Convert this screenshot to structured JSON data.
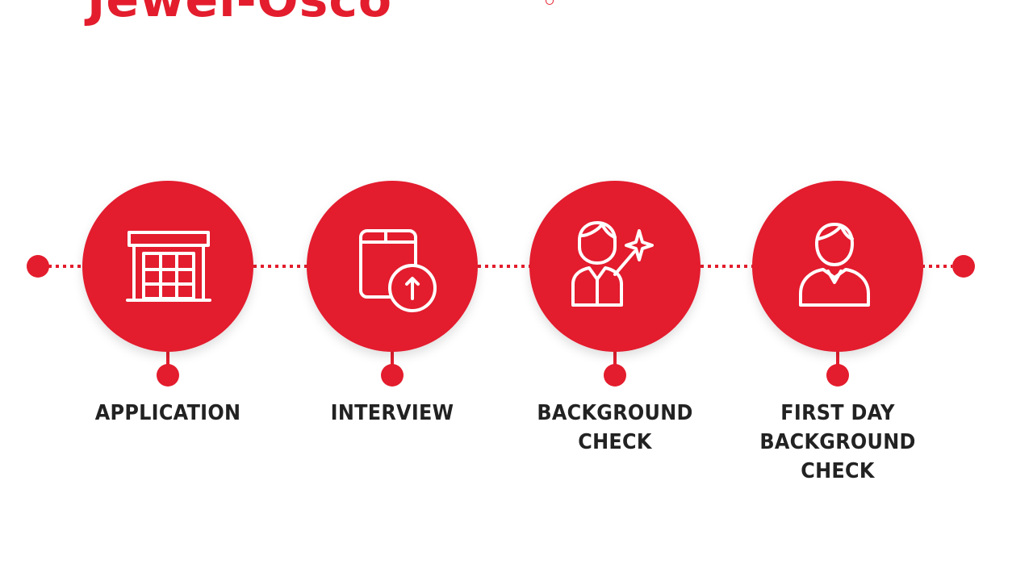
{
  "brand": {
    "logo_text": "Jewel-Osco",
    "accent_color": "#e31d2d"
  },
  "steps": [
    {
      "label": "APPLICATION",
      "icon": "storefront-icon"
    },
    {
      "label": "INTERVIEW",
      "icon": "tablet-upload-icon"
    },
    {
      "label": "BACKGROUND\nCHECK",
      "icon": "person-sparkle-icon"
    },
    {
      "label": "FIRST DAY\nBACKGROUND\nCHECK",
      "icon": "person-icon"
    }
  ]
}
